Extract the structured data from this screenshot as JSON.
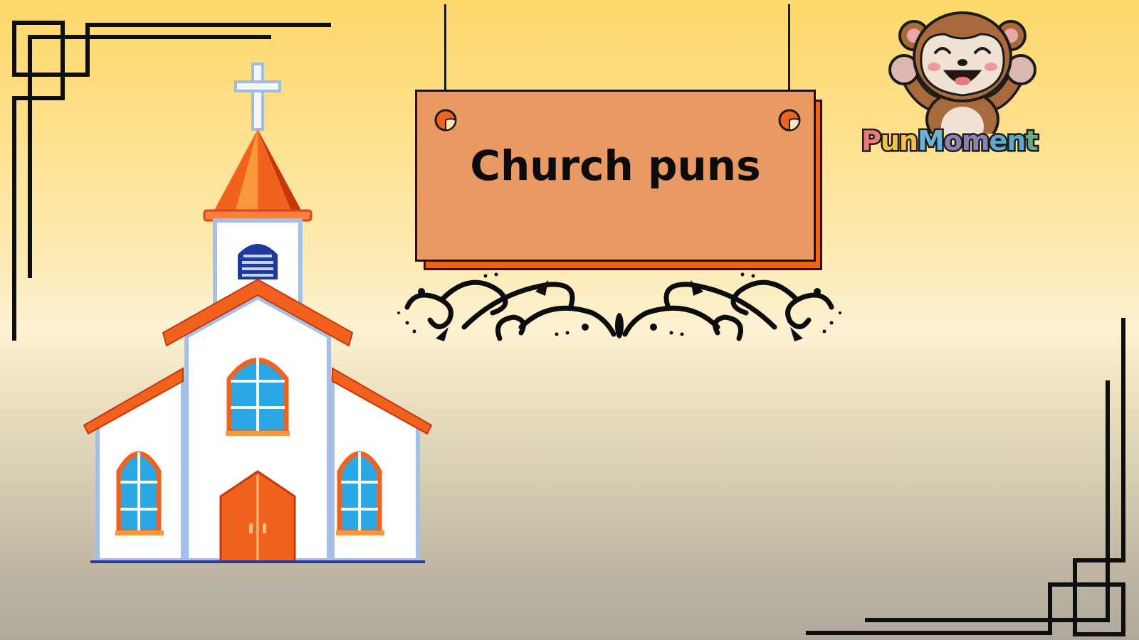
{
  "slide": {
    "title": "Church puns",
    "brand": {
      "name": "PunMoment",
      "letters": [
        {
          "text": "P",
          "color": "#e8787a"
        },
        {
          "text": "u",
          "color": "#f1c04e"
        },
        {
          "text": "n",
          "color": "#f1c04e"
        },
        {
          "text": "M",
          "color": "#6db2d8"
        },
        {
          "text": "o",
          "color": "#8d7fb8"
        },
        {
          "text": "m",
          "color": "#8d7fb8"
        },
        {
          "text": "e",
          "color": "#5fa8c8"
        },
        {
          "text": "n",
          "color": "#5fa8c8"
        },
        {
          "text": "t",
          "color": "#6aa88a"
        }
      ],
      "mascot": "monkey-waving-icon"
    },
    "illustration": "church-icon",
    "ornament": "floral-flourish-divider",
    "corners": [
      "corner-ornament-top-left",
      "corner-ornament-bottom-right"
    ]
  },
  "colors": {
    "background_top": "#fdd86c",
    "background_bottom": "#afa89c",
    "sign_face": "#e89a62",
    "sign_shadow": "#f06418",
    "roof": "#f0621e",
    "window_glass": "#2aa8e6",
    "outline": "#1a1a1a"
  }
}
